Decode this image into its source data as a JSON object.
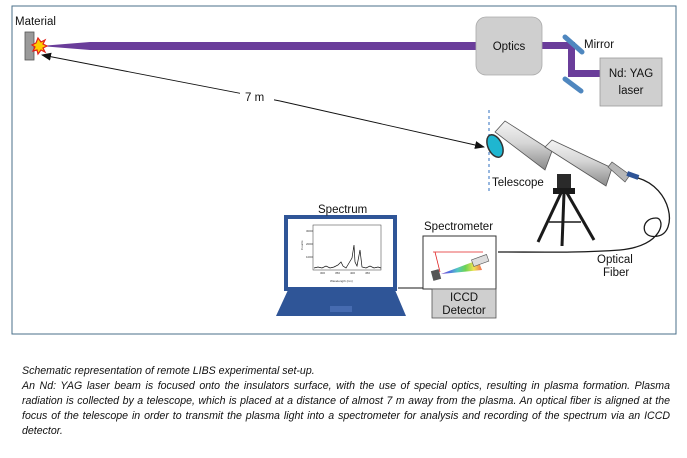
{
  "labels": {
    "material": "Material",
    "optics": "Optics",
    "mirror": "Mirror",
    "laser_line1": "Nd: YAG",
    "laser_line2": "laser",
    "distance": "7 m",
    "telescope": "Telescope",
    "spectrum": "Spectrum",
    "spectrometer": "Spectrometer",
    "fiber_line1": "Optical",
    "fiber_line2": "Fiber",
    "iccd_line1": "ICCD",
    "iccd_line2": "Detector"
  },
  "spectrum_plot": {
    "xlabel": "Wavelength (nm)",
    "ylabel": "Counts",
    "xticks": [
      "300",
      "350",
      "400",
      "450"
    ],
    "yticks": [
      "3000",
      "2000",
      "1000"
    ]
  },
  "caption": {
    "title": "Schematic representation of remote LIBS experimental set-up.",
    "body": "An Nd: YAG laser beam is focused onto the insulators surface, with the use of special optics, resulting in plasma formation. Plasma radiation is collected by a telescope, which is placed at a distance of almost 7 m away from the plasma. An optical fiber is aligned at the focus of the telescope in order to transmit the plasma light into a spectrometer for analysis and recording of the spectrum via an ICCD detector."
  },
  "colors": {
    "beam": "#6a3d9a",
    "mirror": "#4f87bf",
    "box_fill": "#cfcfcf",
    "laptop": "#2f5597",
    "frame": "#4a6f8a"
  }
}
